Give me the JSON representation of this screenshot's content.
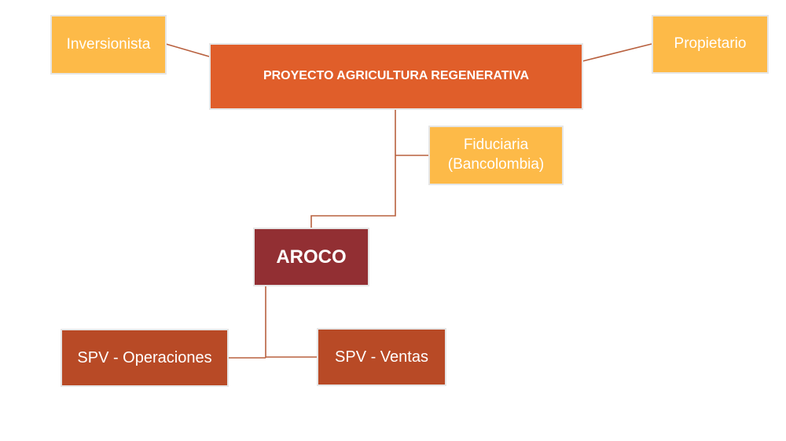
{
  "diagram": {
    "title": "PROYECTO AGRICULTURA REGENERATIVA",
    "nodes": {
      "investor": "Inversionista",
      "owner": "Propietario",
      "project": "PROYECTO AGRICULTURA REGENERATIVA",
      "trustee_line1": "Fiduciaria",
      "trustee_line2": "(Bancolombia)",
      "aroco": "AROCO",
      "spv_operations": "SPV - Operaciones",
      "spv_sales": "SPV - Ventas"
    },
    "edges": [
      [
        "Inversionista",
        "PROYECTO AGRICULTURA REGENERATIVA"
      ],
      [
        "Propietario",
        "PROYECTO AGRICULTURA REGENERATIVA"
      ],
      [
        "PROYECTO AGRICULTURA REGENERATIVA",
        "Fiduciaria (Bancolombia)"
      ],
      [
        "PROYECTO AGRICULTURA REGENERATIVA",
        "AROCO"
      ],
      [
        "AROCO",
        "SPV - Operaciones"
      ],
      [
        "AROCO",
        "SPV - Ventas"
      ]
    ],
    "colors": {
      "stakeholder": "#FDBA48",
      "project": "#E05E2A",
      "aroco": "#922F33",
      "spv": "#B84A26",
      "connector": "#B8603E"
    }
  }
}
